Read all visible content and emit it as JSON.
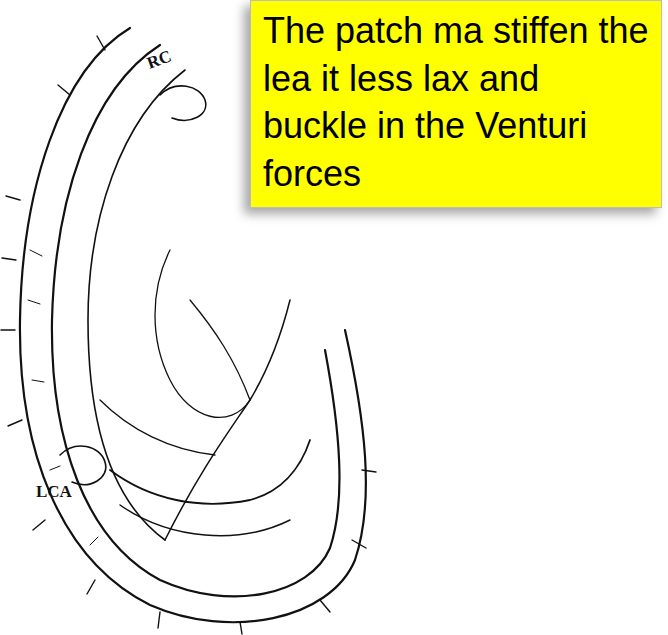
{
  "diagram": {
    "nodes": [
      {
        "text": [
          "The patch ma stiffen the lea it less lax and buckle in the Venturi forces"
        ]
      }
    ],
    "labels": [
      "RC",
      "LCA"
    ]
  }
}
